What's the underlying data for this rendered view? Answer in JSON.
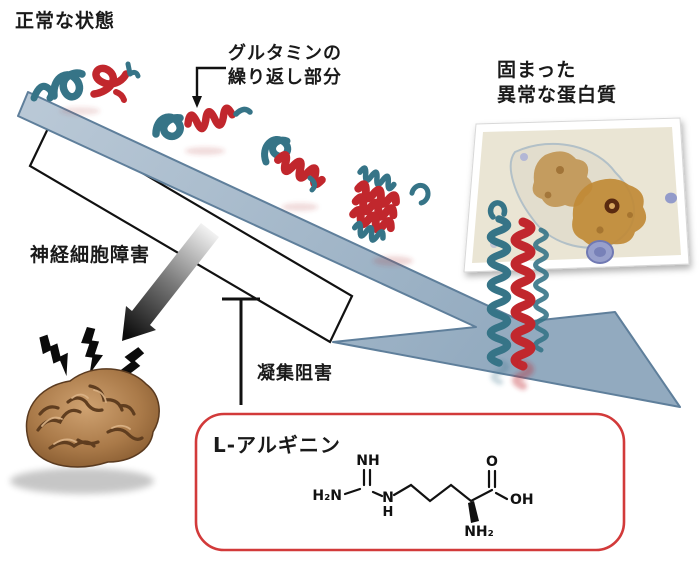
{
  "labels": {
    "normal_state": "正常な状態",
    "glutamine_line1": "グルタミンの",
    "glutamine_line2": "繰り返し部分",
    "aggregated_line1": "固まった",
    "aggregated_line2": "異常な蛋白質",
    "neuron_damage": "神経細胞障害",
    "aggregation_inhibition": "凝集阻害",
    "arginine": "L-アルギニン"
  },
  "chemistry": {
    "nh": "NH",
    "h2n": "H₂N",
    "n": "N",
    "h": "H",
    "o": "O",
    "oh": "OH",
    "nh2": "NH₂"
  },
  "colors": {
    "text": "#1a1a1a",
    "protein_teal": "#367487",
    "protein_red": "#c1272d",
    "arrow_blue": "#9eb4c7",
    "arrow_blue_stroke": "#5f7f9b",
    "box_border": "#d23a3a",
    "photo_bg": "#eae5d4",
    "stain_brown": "#bb8634",
    "nucleus_blue": "#939bca",
    "brain_brown": "#9c6a3c"
  }
}
